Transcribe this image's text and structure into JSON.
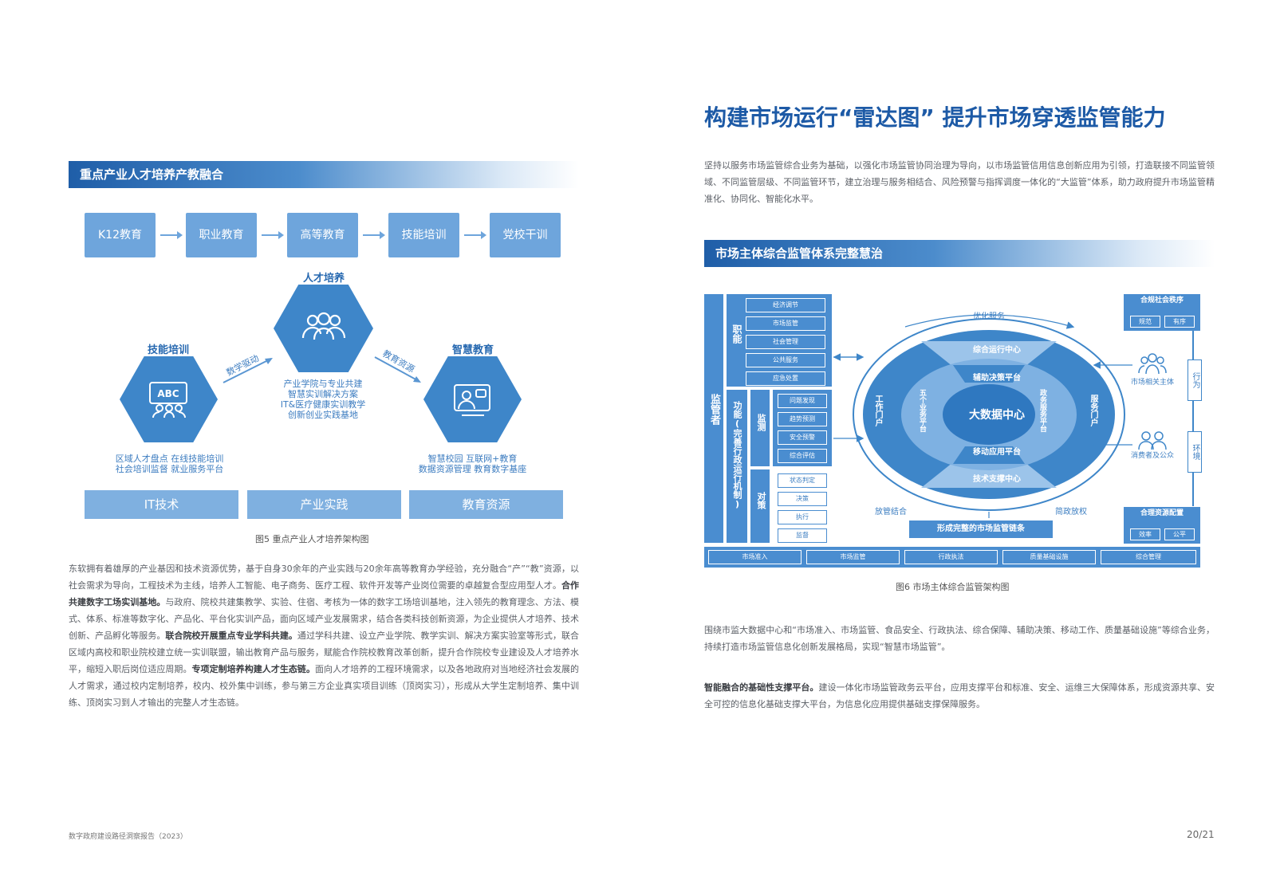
{
  "left": {
    "section_title": "重点产业人才培养产教融合",
    "flow": [
      "K12教育",
      "职业教育",
      "高等教育",
      "技能培训",
      "党校干训"
    ],
    "center": {
      "title": "人才培养",
      "caption_lines": [
        "产业学院与专业共建",
        "智慧实训解决方案",
        "IT&医疗健康实训教学",
        "创新创业实践基地"
      ]
    },
    "left_hex": {
      "title": "技能培训",
      "icon_text": "ABC",
      "caption_lines": [
        "区域人才盘点  在线技能培训",
        "社会培训监督  就业服务平台"
      ]
    },
    "right_hex": {
      "title": "智慧教育",
      "caption_lines": [
        "智慧校园  互联网+教育",
        "数据资源管理  教育数字基座"
      ]
    },
    "arrow_labels": {
      "left": "数学驱动",
      "right": "教育资源"
    },
    "bottom_boxes": [
      "IT技术",
      "产业实践",
      "教育资源"
    ],
    "figure_caption": "图5    重点产业人才培养架构图",
    "paragraph": {
      "p1": "东软拥有着雄厚的产业基因和技术资源优势，基于自身30余年的产业实践与20余年高等教育办学经验，充分融合“产”“教”资源，以社会需求为导向，工程技术为主线，培养人工智能、电子商务、医疗工程、软件开发等产业岗位需要的卓越复合型应用型人才。",
      "b1": "合作共建数字工场实训基地。",
      "p2": "与政府、院校共建集教学、实验、住宿、考核为一体的数字工场培训基地，注入领先的教育理念、方法、模式、体系、标准等数字化、产品化、平台化实训产品，面向区域产业发展需求，结合各类科技创新资源，为企业提供人才培养、技术创新、产品孵化等服务。",
      "b2": "联合院校开展重点专业学科共建。",
      "p3": "通过学科共建、设立产业学院、教学实训、解决方案实验室等形式，联合区域内高校和职业院校建立统一实训联盟，输出教育产品与服务，赋能合作院校教育改革创新，提升合作院校专业建设及人才培养水平，缩短入职后岗位适应周期。",
      "b3": "专项定制培养构建人才生态链。",
      "p4": "面向人才培养的工程环境需求，以及各地政府对当地经济社会发展的人才需求，通过校内定制培养，校内、校外集中训练，参与第三方企业真实项目训练（顶岗实习），形成从大学生定制培养、集中训练、顶岗实习到人才输出的完整人才生态链。"
    },
    "footer": "数字政府建设路径洞察报告（2023）"
  },
  "right": {
    "title": "构建市场运行“雷达图” 提升市场穿透监管能力",
    "intro": "坚持以服务市场监管综合业务为基础，以强化市场监管协同治理为导向，以市场监管信用信息创新应用为引领，打造联接不同监管领域、不同监管层级、不同监管环节，建立治理与服务相结合、风险预警与指挥调度一体化的“大监管”体系，助力政府提升市场监管精准化、协同化、智能化水平。",
    "section_title": "市场主体综合监管体系完整慧治",
    "diagram": {
      "supervisor": "监管者",
      "duty_label": "职能",
      "duty_items": [
        "经济调节",
        "市场监管",
        "社会管理",
        "公共服务",
        "应急处置"
      ],
      "function_label": "功能(完善行政运行机制)",
      "monitor_label": "监测",
      "monitor_items": [
        "问题发现",
        "趋势预测",
        "安全预警",
        "综合评估"
      ],
      "policy_label": "对策",
      "policy_items": [
        "状态判定",
        "决策",
        "执行",
        "监督"
      ],
      "top_service": "优化服务",
      "center": "大数据中心",
      "ring": {
        "top": "综合运行中心",
        "bottom": "技术支撑中心",
        "left": "工作门户",
        "right": "服务门户"
      },
      "inner": {
        "top": "辅助决策平台",
        "bottom": "移动应用平台",
        "left": "五个业务平台",
        "right": "政务服务平台"
      },
      "bottom_left": "放管结合",
      "bottom_right": "简政放权",
      "chain": "形成完整的市场监管链条",
      "base_items": [
        "市场准入",
        "市场监管",
        "行政执法",
        "质量基础设施",
        "综合管理"
      ],
      "order_box": {
        "title": "合规社会秩序",
        "items": [
          "规范",
          "有序"
        ]
      },
      "resource_box": {
        "title": "合理资源配置",
        "items": [
          "效率",
          "公平"
        ]
      },
      "market_subject": "市场相关主体",
      "consumer": "消费者及公众",
      "behavior": "行为",
      "environment": "环境"
    },
    "figure_caption": "图6    市场主体综合监管架构图",
    "para1": "围绕市监大数据中心和“市场准入、市场监管、食品安全、行政执法、综合保障、辅助决策、移动工作、质量基础设施”等综合业务，持续打造市场监管信息化创新发展格局，实现“智慧市场监管”。",
    "para2_bold": "智能融合的基础性支撑平台。",
    "para2": "建设一体化市场监管政务云平台，应用支撑平台和标准、安全、运维三大保障体系，形成资源共享、安全可控的信息化基础支撑大平台，为信息化应用提供基础支撑保障服务。",
    "page_number": "20/21"
  },
  "colors": {
    "primary": "#3e86c9",
    "light": "#6ea5dc",
    "title": "#1d5aa6"
  }
}
